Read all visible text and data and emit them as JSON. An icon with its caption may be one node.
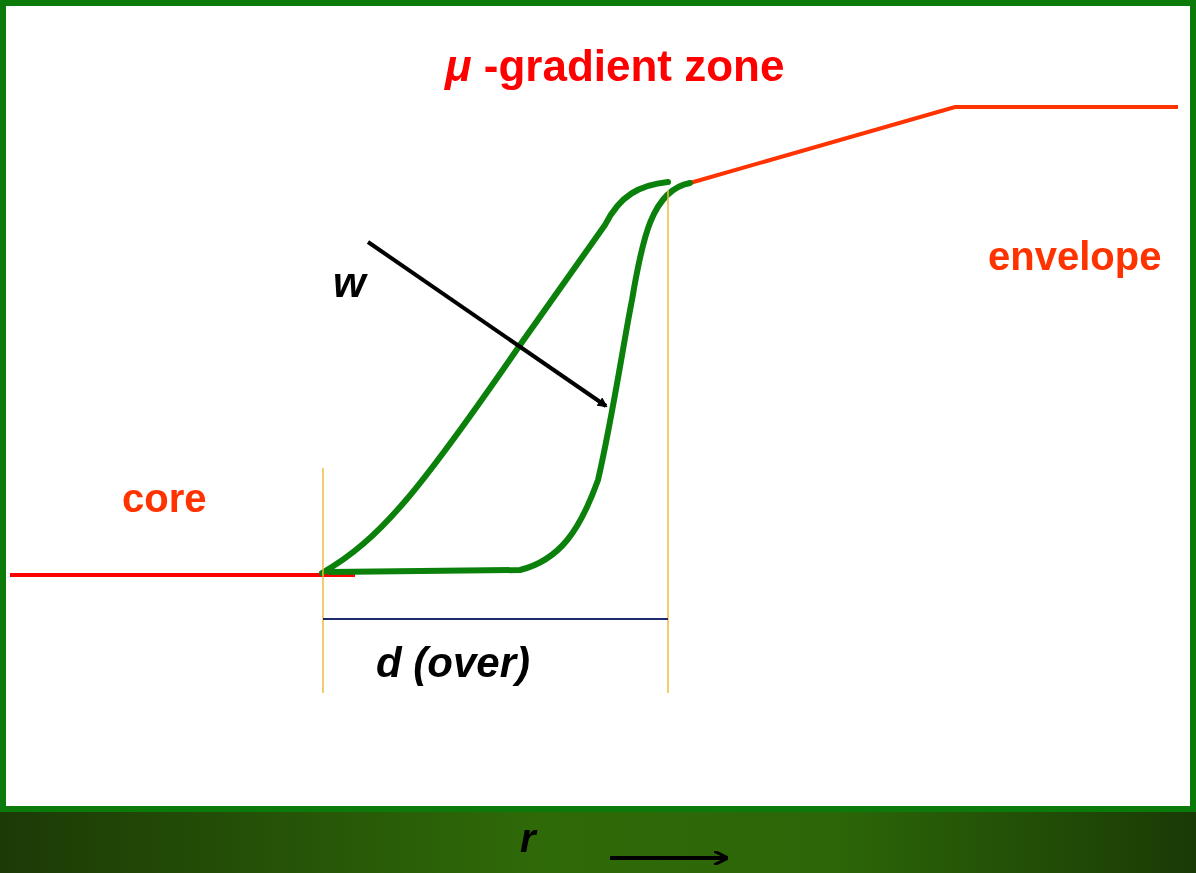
{
  "diagram": {
    "title": "*μ* -gradient zone",
    "labels": [
      "w",
      "core",
      "envelope",
      "d (over)",
      "r"
    ]
  }
}
